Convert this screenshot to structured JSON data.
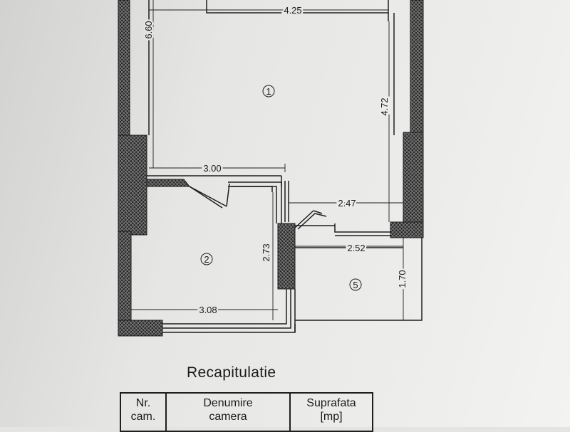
{
  "plan": {
    "dimensions": {
      "width_room1": "4.25",
      "depth_room1_left": "6.60",
      "depth_room1_right": "4.72",
      "hall_width": "3.00",
      "corridor_width": "2.47",
      "room5_width": "2.52",
      "room5_depth": "1.70",
      "room2_depth": "2.73",
      "room2_width": "3.08"
    },
    "rooms": {
      "room1": "1",
      "room2": "2",
      "room5": "5"
    }
  },
  "summary": {
    "title": "Recapitulatie",
    "columns": {
      "nr_line1": "Nr.",
      "nr_line2": "cam.",
      "name_line1": "Denumire",
      "name_line2": "camera",
      "area_line1": "Suprafata",
      "area_line2": "[mp]"
    }
  },
  "colors": {
    "ink": "#1f1f1f",
    "wall_hatch": "#3a3a3a"
  }
}
